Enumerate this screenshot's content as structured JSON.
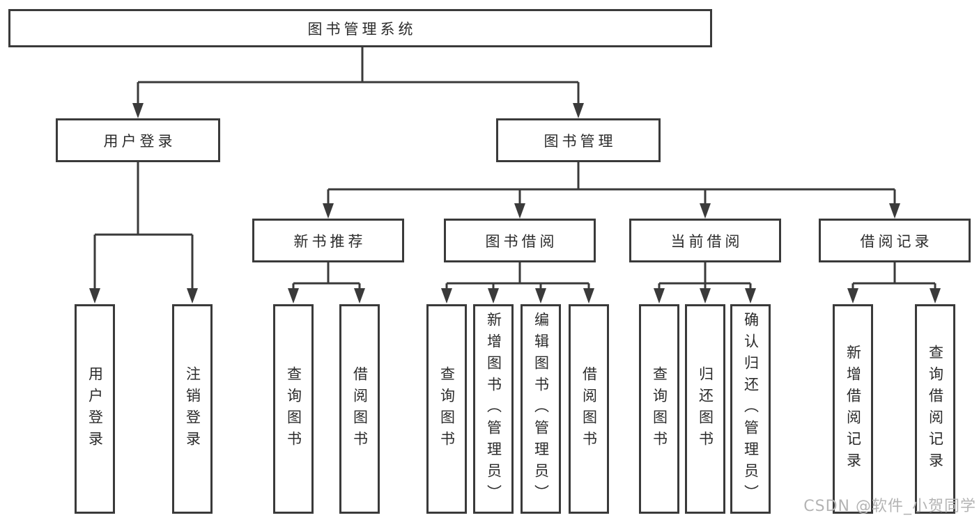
{
  "diagram": {
    "title_node": {
      "label": "图书管理系统"
    },
    "level2": [
      {
        "label": "用户登录",
        "parent": "图书管理系统"
      },
      {
        "label": "图书管理",
        "parent": "图书管理系统"
      }
    ],
    "level3": [
      {
        "label": "新书推荐",
        "parent": "图书管理"
      },
      {
        "label": "图书借阅",
        "parent": "图书管理"
      },
      {
        "label": "当前借阅",
        "parent": "图书管理"
      },
      {
        "label": "借阅记录",
        "parent": "图书管理"
      }
    ],
    "level4": [
      {
        "label": "用户登录",
        "parent": "用户登录"
      },
      {
        "label": "注销登录",
        "parent": "用户登录"
      },
      {
        "label": "查询图书",
        "parent": "新书推荐"
      },
      {
        "label": "借阅图书",
        "parent": "新书推荐"
      },
      {
        "label": "查询图书",
        "parent": "图书借阅"
      },
      {
        "label": "新增图书（管理员）",
        "parent": "图书借阅"
      },
      {
        "label": "编辑图书（管理员）",
        "parent": "图书借阅"
      },
      {
        "label": "借阅图书",
        "parent": "图书借阅"
      },
      {
        "label": "查询图书",
        "parent": "当前借阅"
      },
      {
        "label": "归还图书",
        "parent": "当前借阅"
      },
      {
        "label": "确认归还（管理员）",
        "parent": "当前借阅"
      },
      {
        "label": "新增借阅记录",
        "parent": "借阅记录"
      },
      {
        "label": "查询借阅记录",
        "parent": "借阅记录"
      }
    ],
    "watermark": "CSDN @软件_小贺同学",
    "colors": {
      "line": "#3a3a3a",
      "border": "#3a3a3a",
      "text": "#2b2b2b",
      "watermark": "#b4b4b4",
      "background": "#ffffff"
    }
  }
}
